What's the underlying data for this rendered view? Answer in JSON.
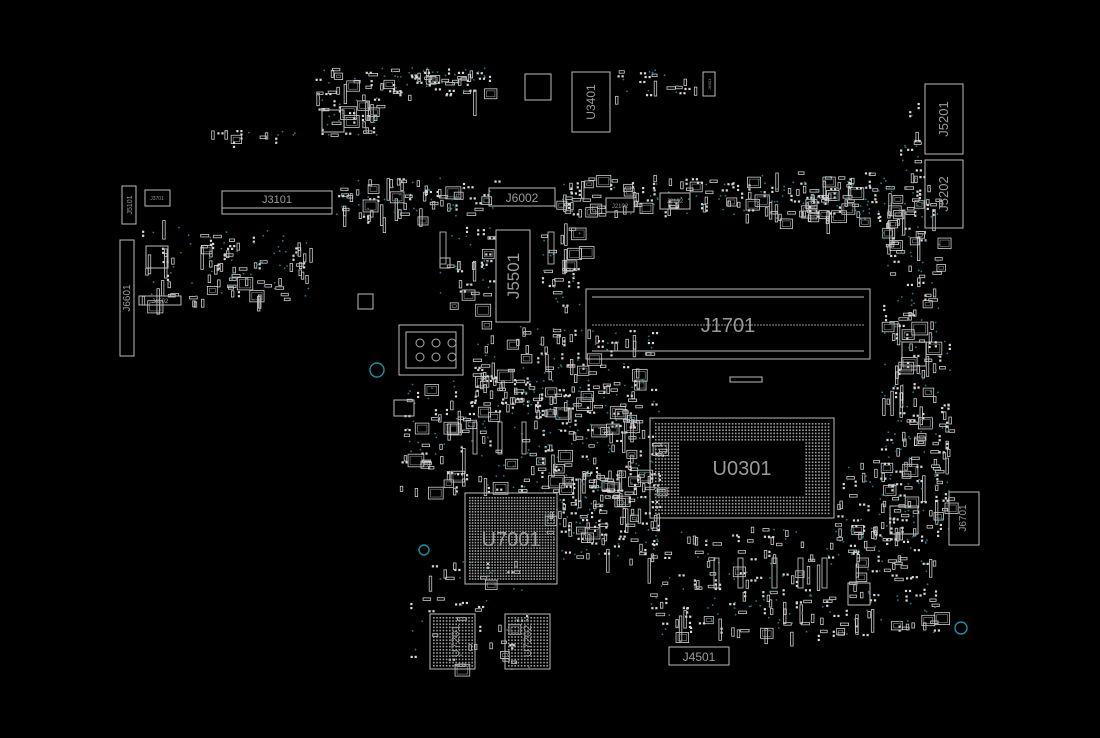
{
  "colors": {
    "background": "#000000",
    "outline": "#bdbdbd",
    "label": "#9a9a9a",
    "via": "#1e6f7a"
  },
  "components": {
    "j1701": "J1701",
    "u0301": "U0301",
    "u7001": "U7001",
    "j5501": "J5501",
    "j3101": "J3101",
    "j6002": "J6002",
    "u3401": "U3401",
    "j5201": "J5201",
    "j5202": "J5202",
    "j6601": "J6601",
    "j5101": "J5101",
    "j3701": "J3701",
    "j4502": "J4502",
    "u7201": "U7201",
    "u7202": "U7202",
    "j4501": "J4501",
    "j6701": "J6701",
    "j2102": "J2102",
    "j2102b": "J2102",
    "j6001": "J6001"
  }
}
